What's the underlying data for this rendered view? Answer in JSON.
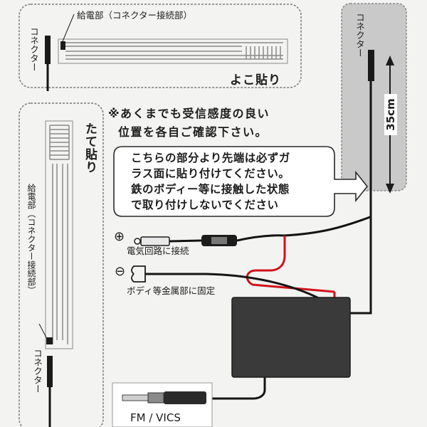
{
  "horizontal_mount": {
    "title": "よこ貼り",
    "feed_label": "給電部（コネクター接続部）",
    "connector_label": "コネクター"
  },
  "vertical_mount": {
    "title": "たて貼り",
    "feed_label": "給電部（コネクター接続部）",
    "connector_label": "コネクター"
  },
  "note": {
    "line1": "※あくまでも受信感度の良い",
    "line2": "位置を各自ご確認下さい。"
  },
  "callout": {
    "lines": [
      "こちらの部分より先端は必ずガ",
      "ラス面に貼り付けてください。",
      "鉄のボディー等に接触した状態",
      "で取り付けしないでください"
    ]
  },
  "right_panel": {
    "connector_label": "コネクター",
    "dimension": "35cm"
  },
  "wiring": {
    "plus_symbol": "⊕",
    "minus_symbol": "⊖",
    "plus_label": "電気回路に接続",
    "minus_label": "ボディ等金属部に固定"
  },
  "plug_label": "FM / VICS",
  "colors": {
    "background": "#f3f3f2",
    "panel_border": "#7a7a7a",
    "gray_panel": "#c9c9c9",
    "cable": "#141414",
    "red_wire": "#d1121a",
    "amp_box": "#3a3a3a"
  }
}
